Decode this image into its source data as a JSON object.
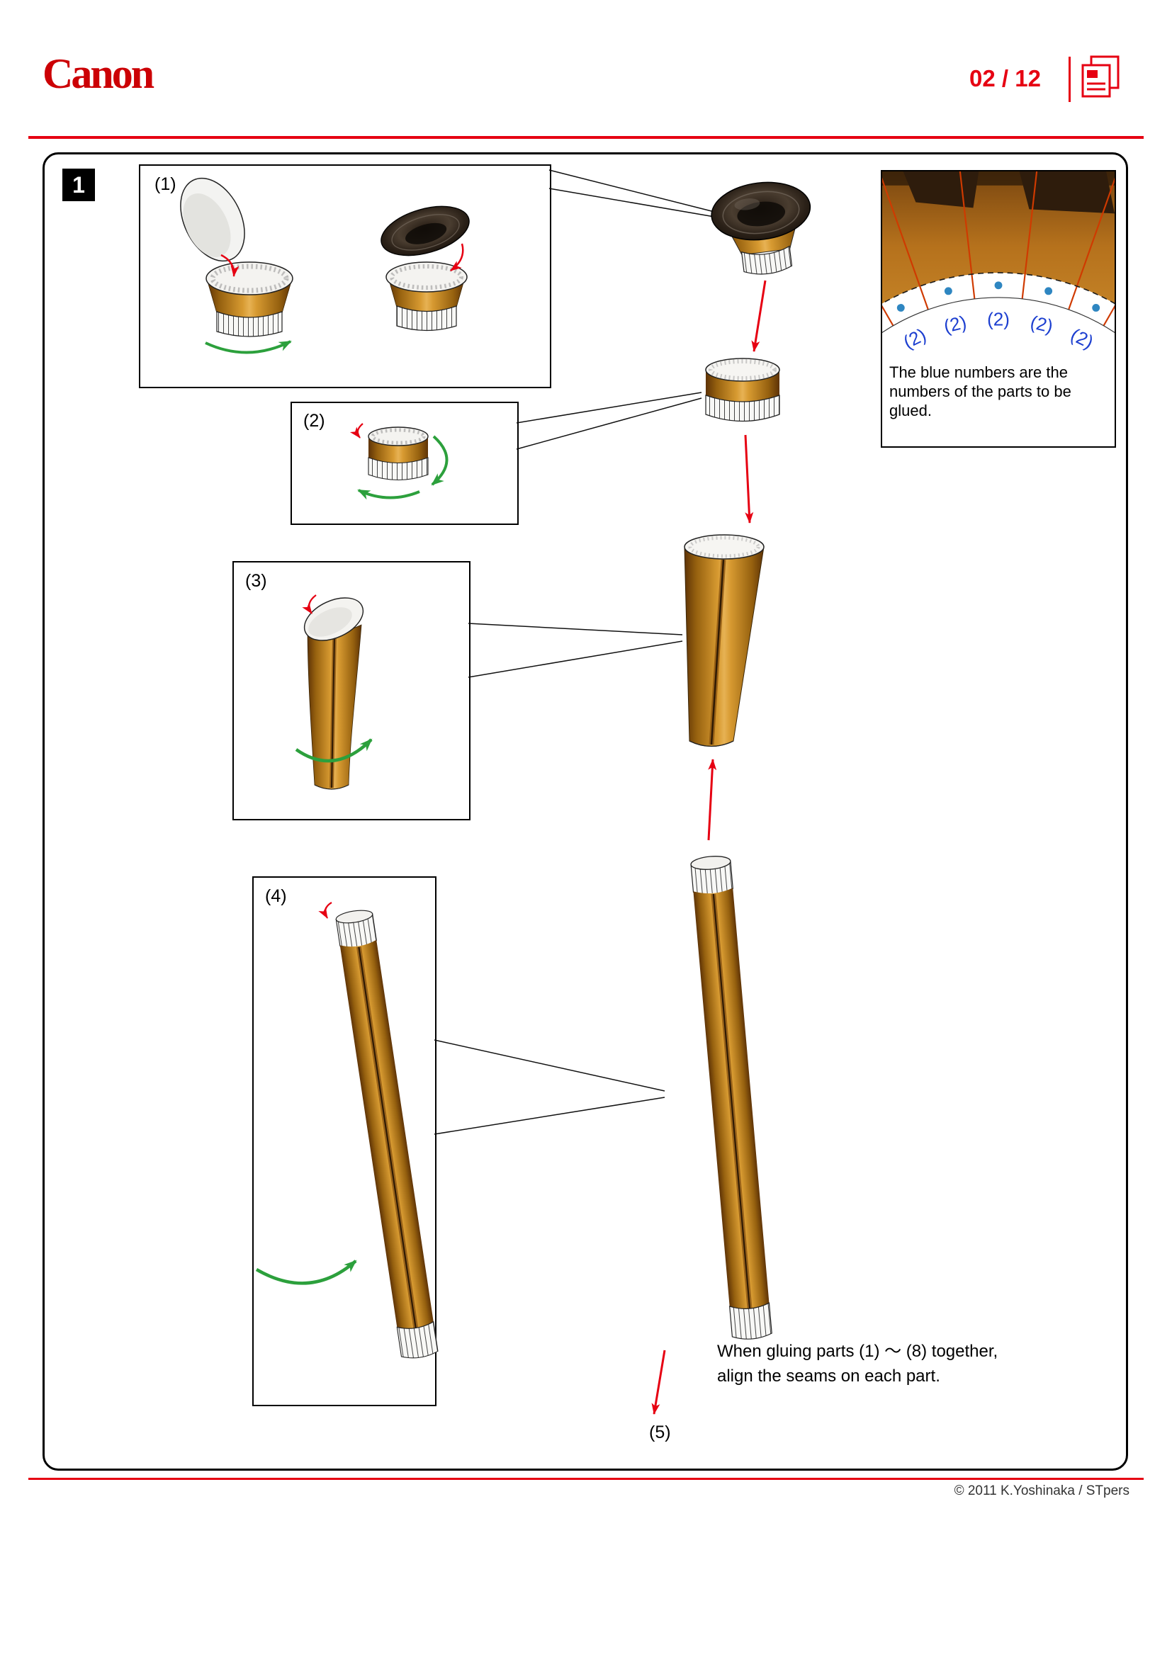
{
  "header": {
    "brand": "Canon",
    "page_number": "02 / 12"
  },
  "step_number": "1",
  "part_labels": {
    "p1": "(1)",
    "p2": "(2)",
    "p3": "(3)",
    "p4": "(4)",
    "p5": "(5)"
  },
  "inset": {
    "blue_numbers": [
      "(2)",
      "(2)",
      "(2)",
      "(2)",
      "(2)"
    ],
    "note": "The blue numbers are the numbers of the parts to be glued."
  },
  "instruction": {
    "line1": "When gluing parts (1) ～ (8) together,",
    "line2": "align the seams on each part."
  },
  "footer": {
    "copyright": "© 2011 K.Yoshinaka / STpers"
  },
  "colors": {
    "accent_red": "#e60012",
    "part_brown": "#c07a22",
    "arrow_green": "#2ca03c",
    "glue_blue": "#1d3fd0"
  }
}
